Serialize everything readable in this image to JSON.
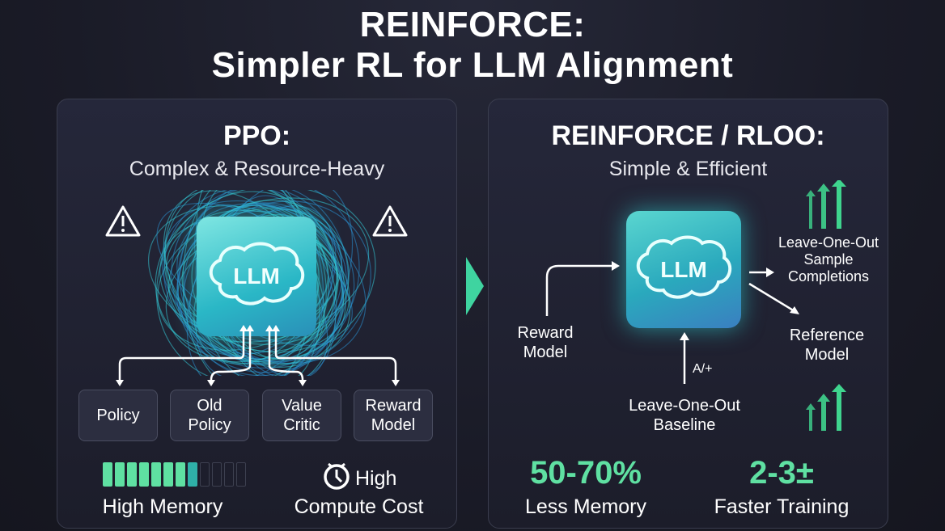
{
  "title": {
    "line1": "REINFORCE:",
    "line2": "Simpler RL for LLM Alignment"
  },
  "colors": {
    "accent": "#5fe0a2",
    "panel_border": "#3a3d4e",
    "llm_box": "#3cc7c4"
  },
  "left": {
    "heading": "PPO:",
    "subheading": "Complex & Resource-Heavy",
    "llm_label": "LLM",
    "models": [
      "Policy",
      "Old\nPolicy",
      "Value\nCritic",
      "Reward\nModel"
    ],
    "memory": {
      "filled": 8,
      "total": 12,
      "label": "High Memory"
    },
    "compute": {
      "line1": "High",
      "line2": "Compute Cost"
    }
  },
  "right": {
    "heading": "REINFORCE / RLOO:",
    "subheading": "Simple & Efficient",
    "llm_label": "LLM",
    "reward_model": "Reward\nModel",
    "sample_completions": "Leave-One-Out\nSample\nCompletions",
    "reference_model": "Reference\nModel",
    "baseline": "Leave-One-Out\nBaseline",
    "advantage_label": "A/+",
    "stats": [
      {
        "value": "50-70%",
        "label": "Less Memory"
      },
      {
        "value": "2-3±",
        "label": "Faster Training"
      }
    ]
  }
}
